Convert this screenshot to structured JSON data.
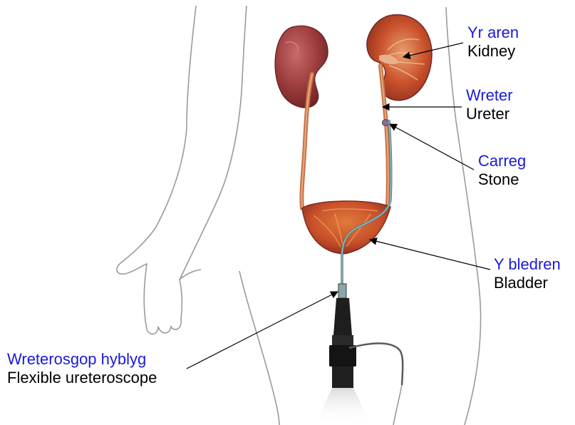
{
  "labels": {
    "kidney": {
      "welsh": "Yr aren",
      "english": "Kidney"
    },
    "ureter": {
      "welsh": "Wreter",
      "english": "Ureter"
    },
    "stone": {
      "welsh": "Carreg",
      "english": "Stone"
    },
    "bladder": {
      "welsh": "Y bledren",
      "english": "Bladder"
    },
    "scope": {
      "welsh": "Wreterosgop hyblyg",
      "english": "Flexible ureteroscope"
    }
  },
  "colors": {
    "welsh_text": "#1a1adc",
    "english_text": "#000000",
    "body_outline": "#9a9a9a",
    "kidney": "#9b3a3a",
    "ureter": "#c8744a",
    "bladder": "#c8502a",
    "scope": "#2a2a2a"
  }
}
